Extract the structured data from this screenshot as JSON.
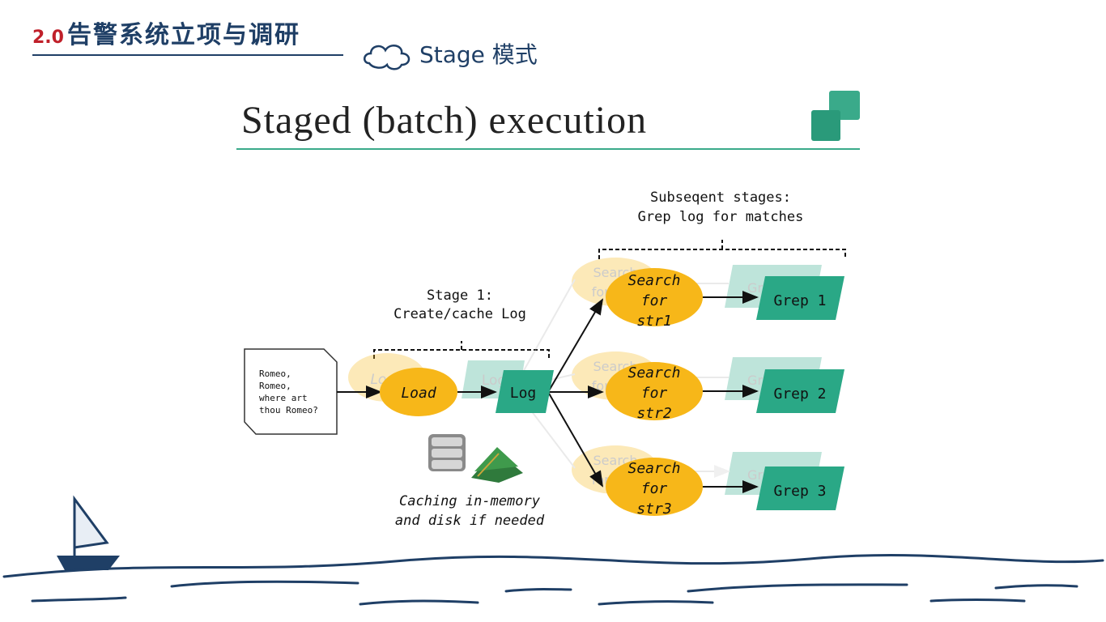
{
  "header": {
    "number": "2.0",
    "title": "告警系统立项与调研",
    "subtitle": "Stage 模式"
  },
  "slide": {
    "title": "Staged (batch) execution"
  },
  "diagram": {
    "input_doc": [
      "Romeo,",
      "Romeo,",
      "where art",
      "thou Romeo?"
    ],
    "stage1_label": [
      "Stage 1:",
      "Create/cache Log"
    ],
    "subsequent_label": [
      "Subseqent stages:",
      "Grep log for matches"
    ],
    "load_label": "Load",
    "log_label": "Log",
    "cache_label": [
      "Caching in-memory",
      "and disk if needed"
    ],
    "search_nodes": [
      [
        "Search",
        "for",
        "str1"
      ],
      [
        "Search",
        "for",
        "str2"
      ],
      [
        "Search",
        "for",
        "str3"
      ]
    ],
    "grep_nodes": [
      "Grep 1",
      "Grep 2",
      "Grep 3"
    ],
    "ghost_labels": {
      "load": "Load",
      "log": "Log",
      "search": [
        "Search",
        "for str1",
        "Search",
        "for str2",
        "Search",
        "for str2"
      ],
      "grep": [
        "Grep 1",
        "Grep 2",
        "Grep 2"
      ]
    },
    "colors": {
      "orange": "#f7b719",
      "teal": "#2aa886",
      "header_navy": "#1f3f66"
    }
  }
}
